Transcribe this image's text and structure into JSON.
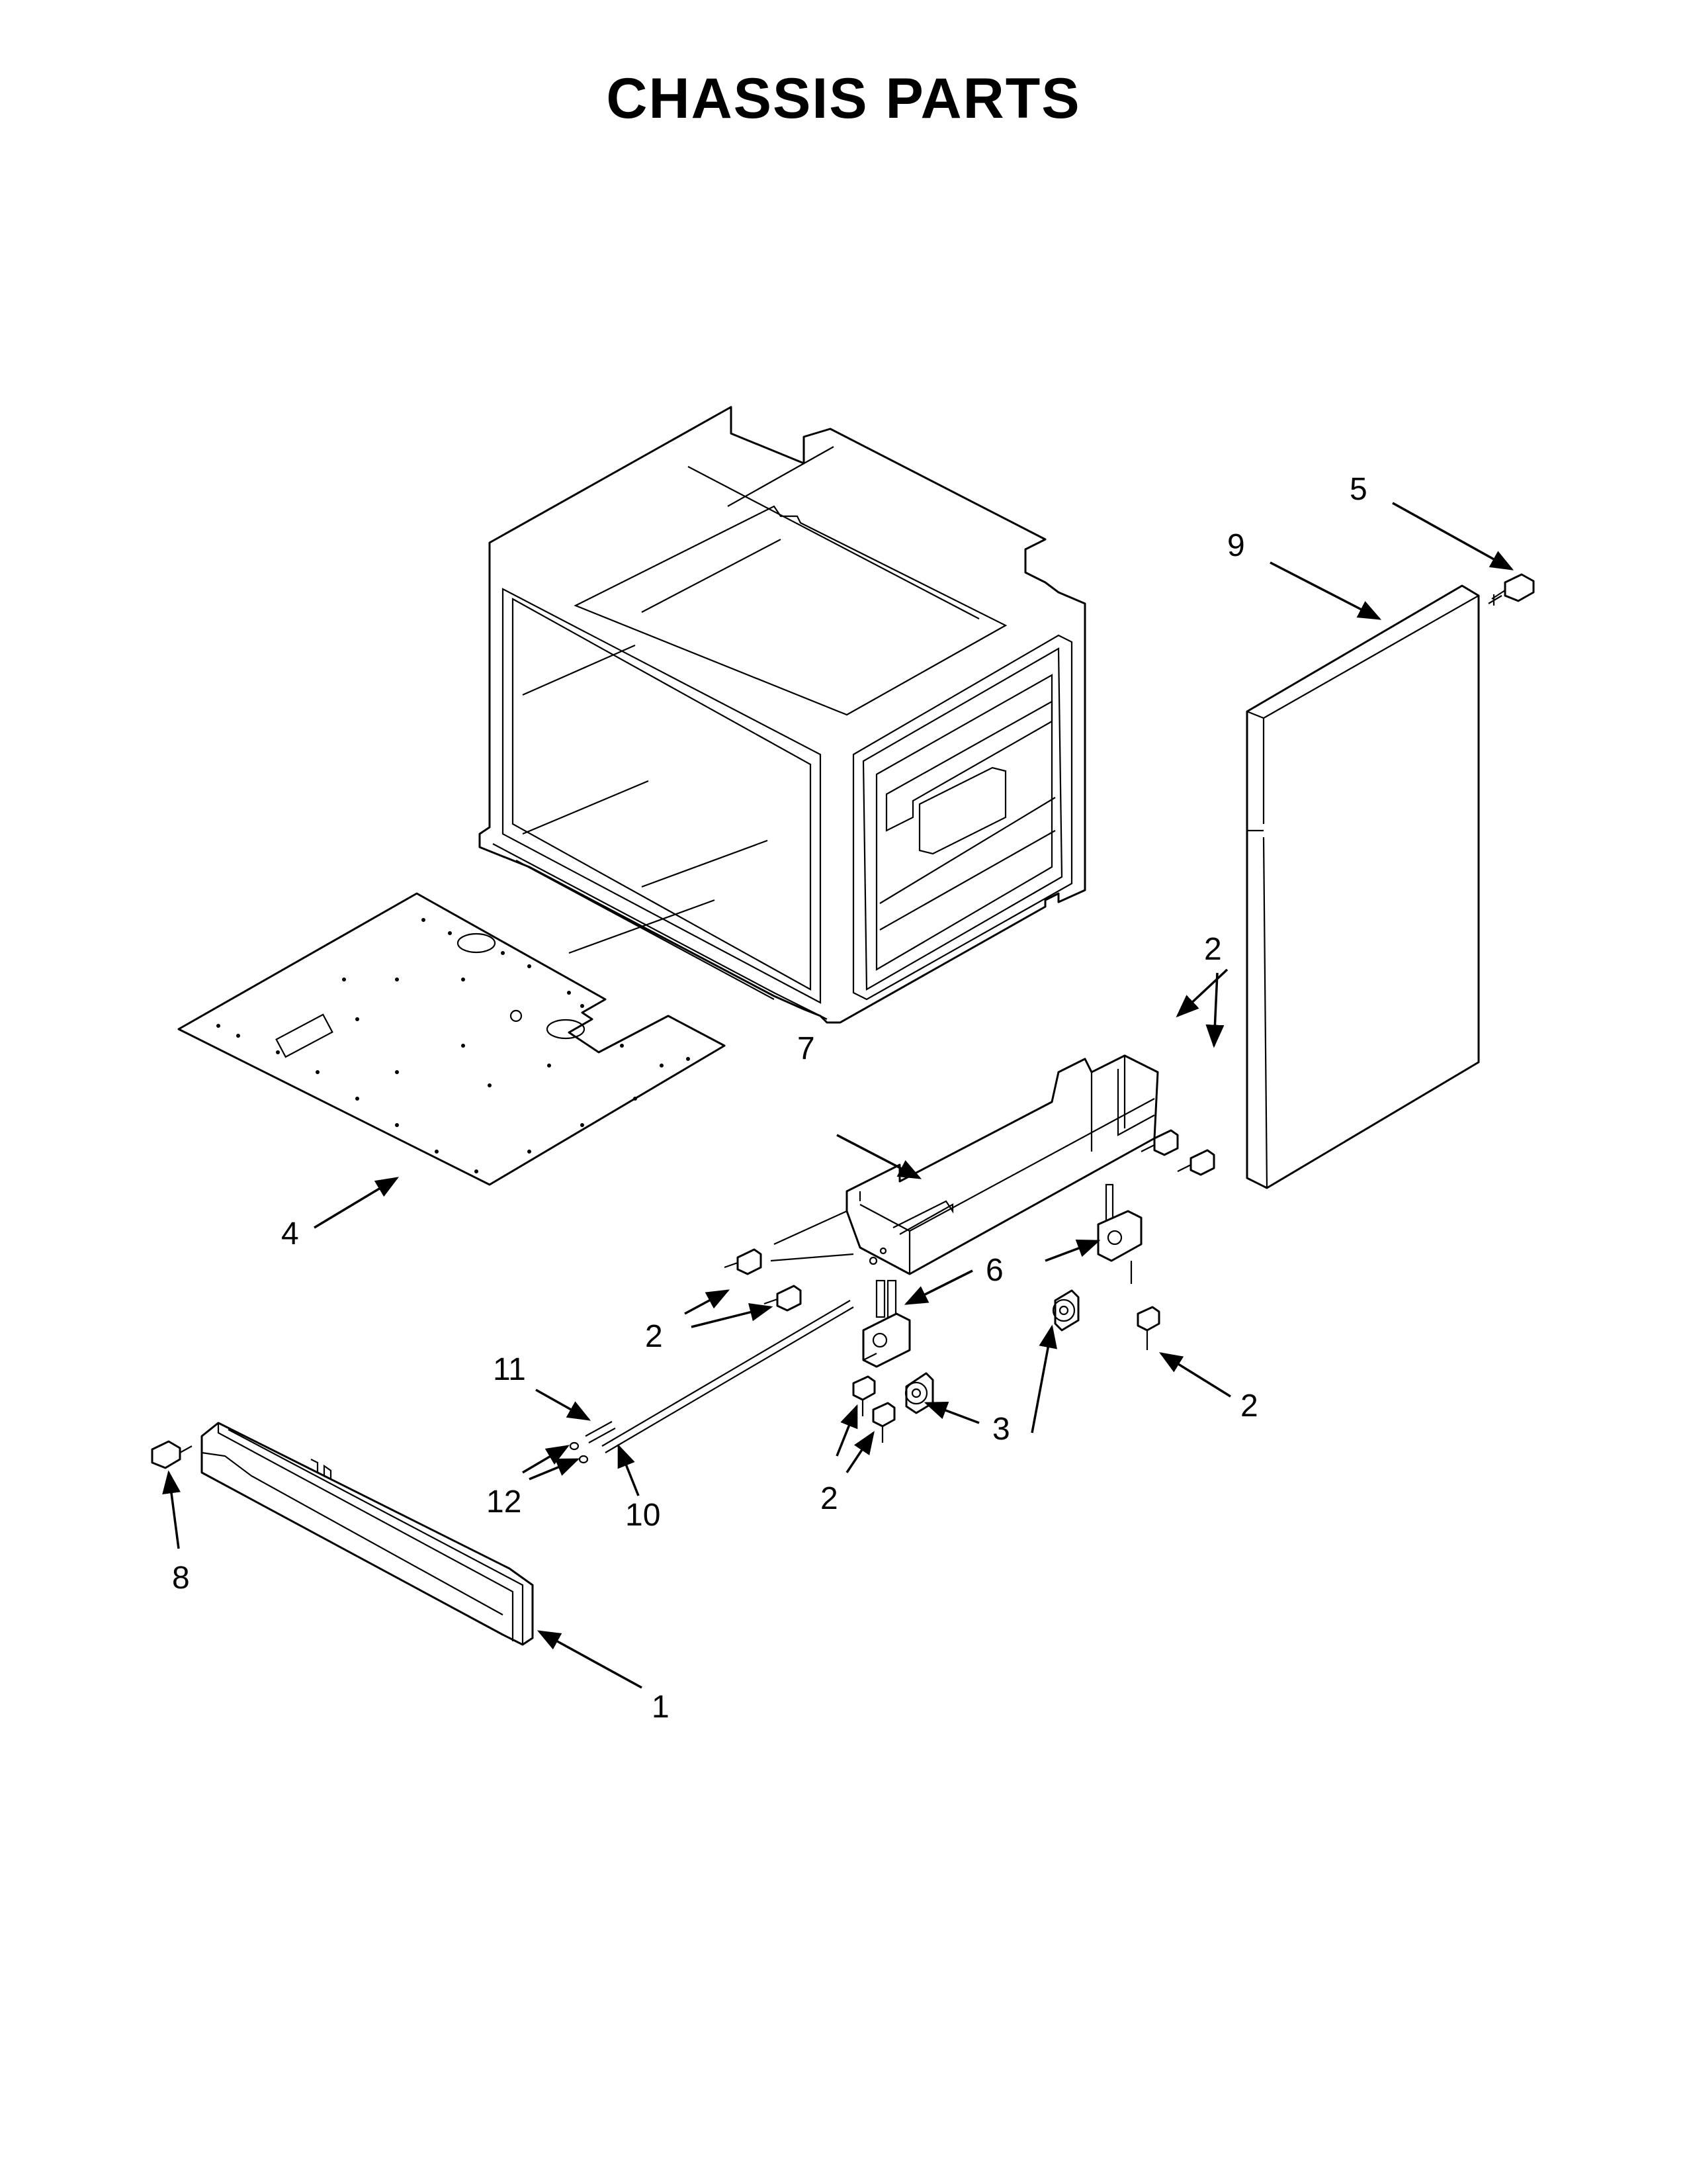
{
  "title": "CHASSIS PARTS",
  "callouts": {
    "c1": "1",
    "c2a": "2",
    "c2b": "2",
    "c2c": "2",
    "c2d": "2",
    "c3": "3",
    "c4": "4",
    "c5": "5",
    "c6": "6",
    "c7": "7",
    "c8": "8",
    "c9": "9",
    "c10": "10",
    "c11": "11",
    "c12": "12"
  }
}
